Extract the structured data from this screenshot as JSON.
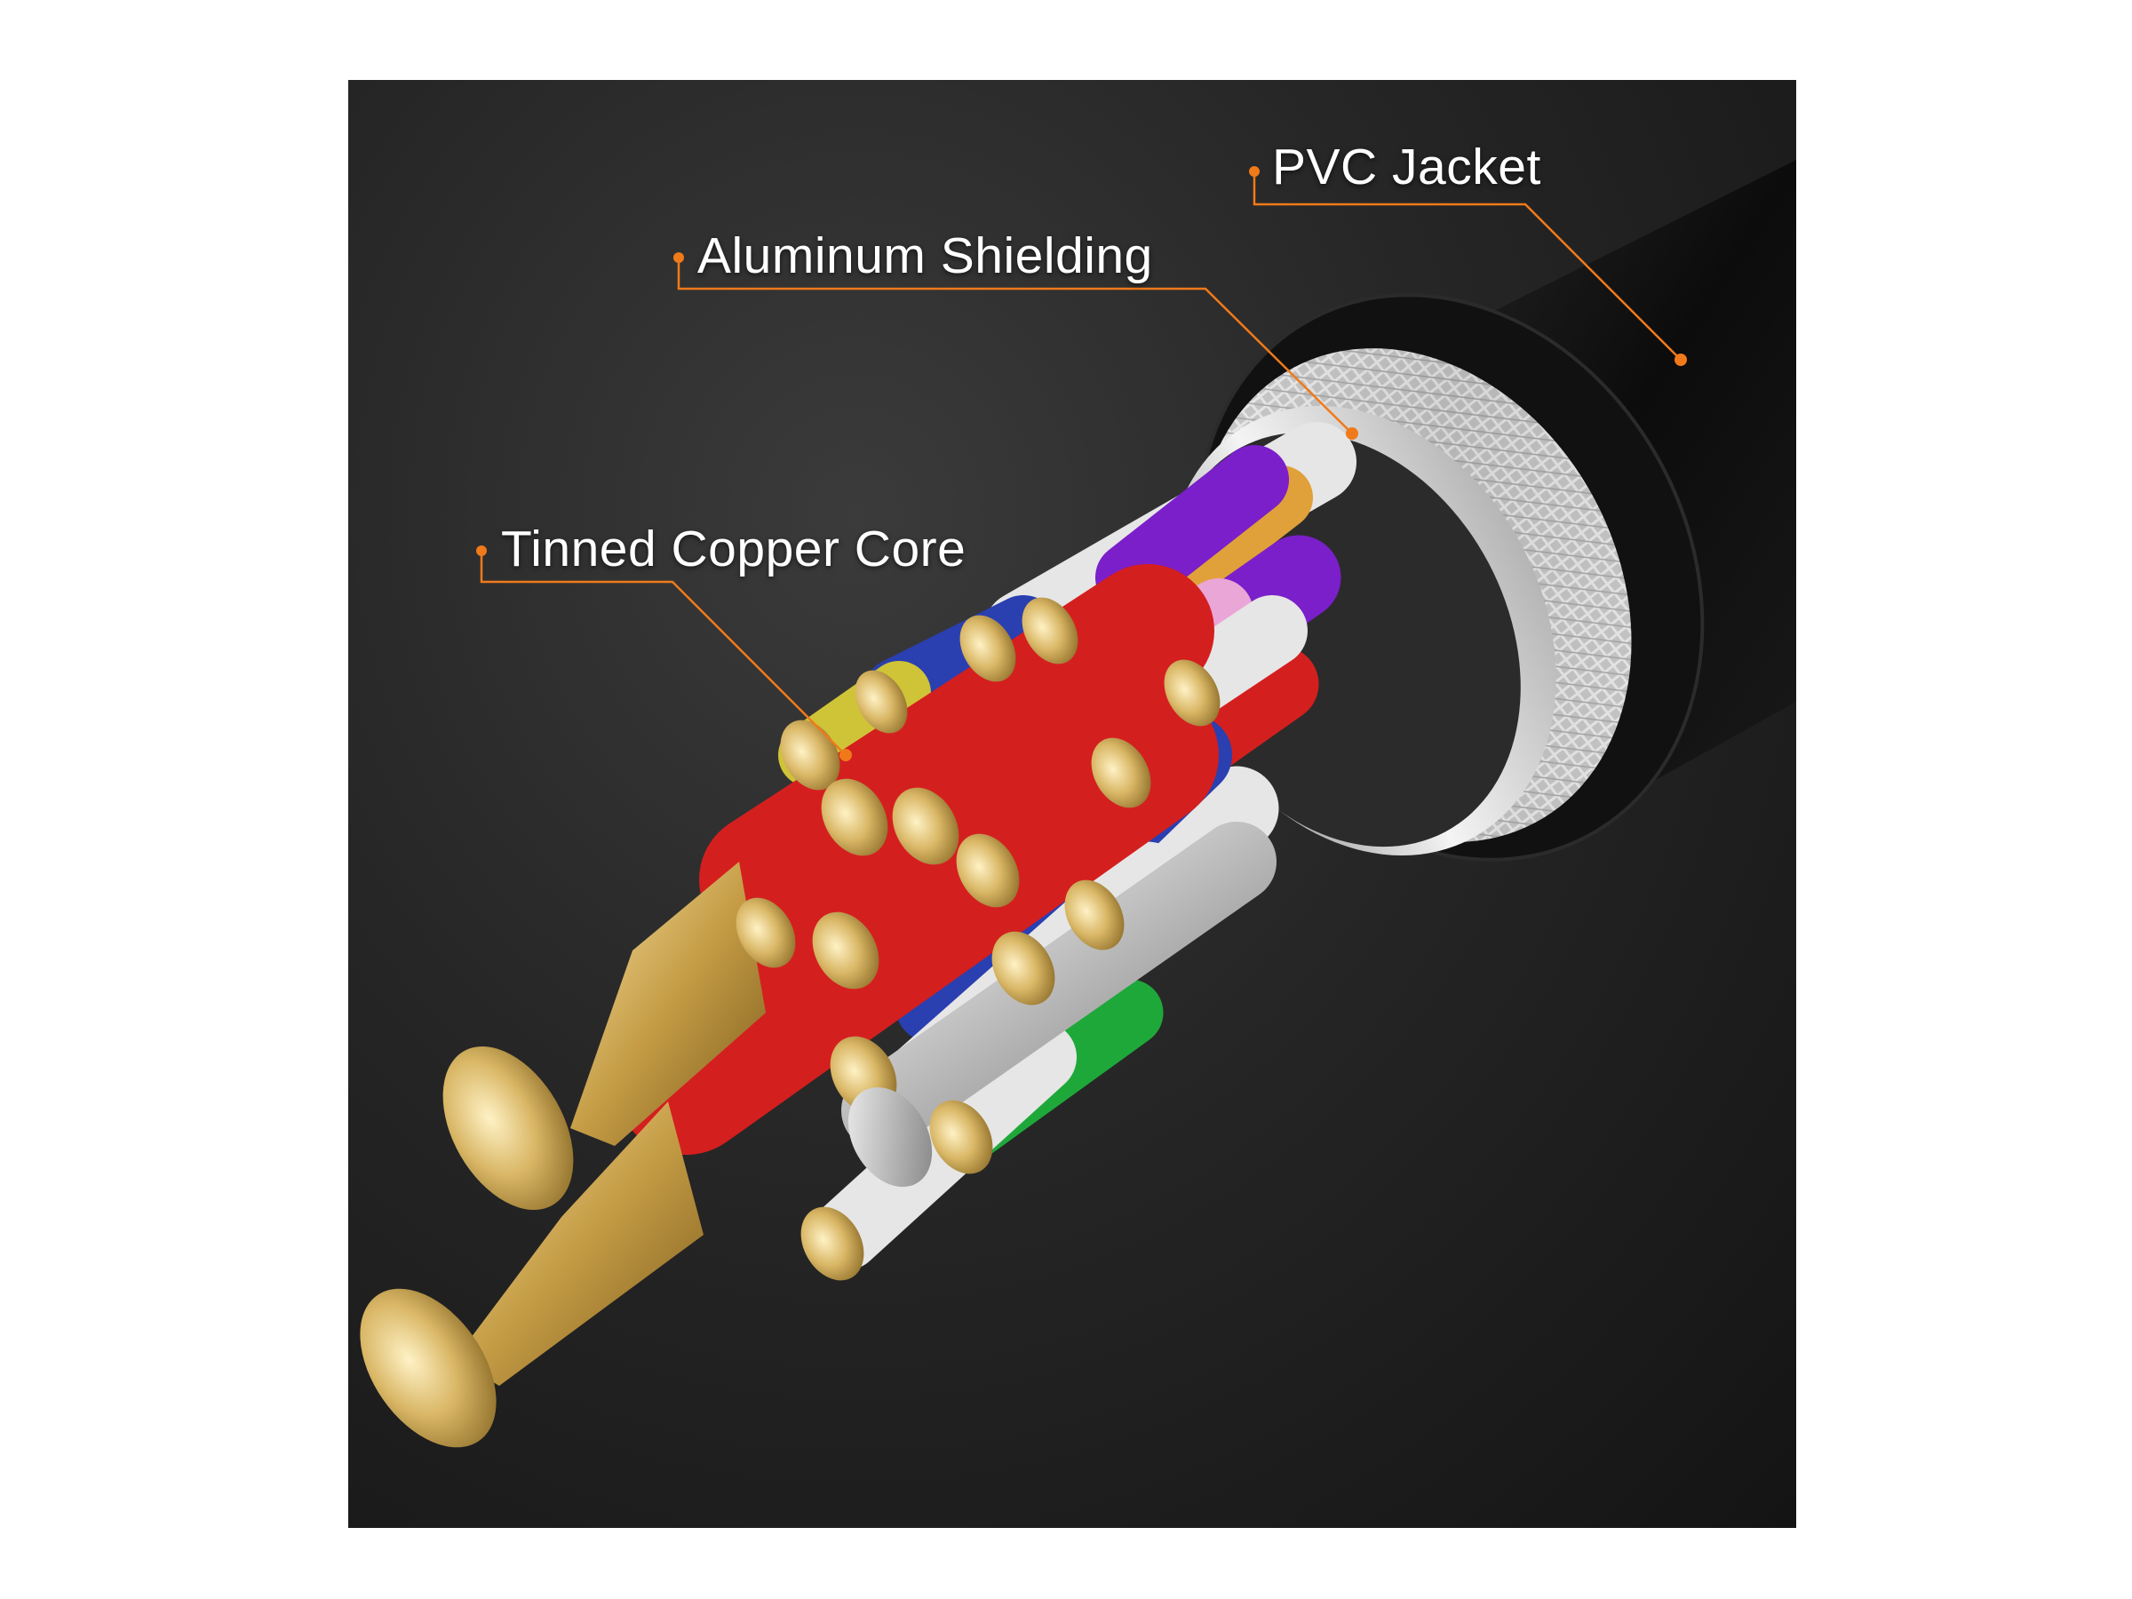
{
  "callouts": [
    {
      "id": "pvc-jacket",
      "label": "PVC Jacket"
    },
    {
      "id": "aluminum-shielding",
      "label": "Aluminum Shielding"
    },
    {
      "id": "tinned-copper-core",
      "label": "Tinned Copper Core"
    }
  ],
  "colors": {
    "accent": "#f07a1a",
    "background": "#1f1f1f",
    "jacket": "#101010",
    "braid": "#c9c9c9",
    "copper": "#d8b86a",
    "wires": [
      "#d41f1f",
      "#2a3fb0",
      "#7a1fc9",
      "#e0a13a",
      "#cfc437",
      "#1fa83a",
      "#e9a6d6",
      "#e6e6e6"
    ]
  }
}
